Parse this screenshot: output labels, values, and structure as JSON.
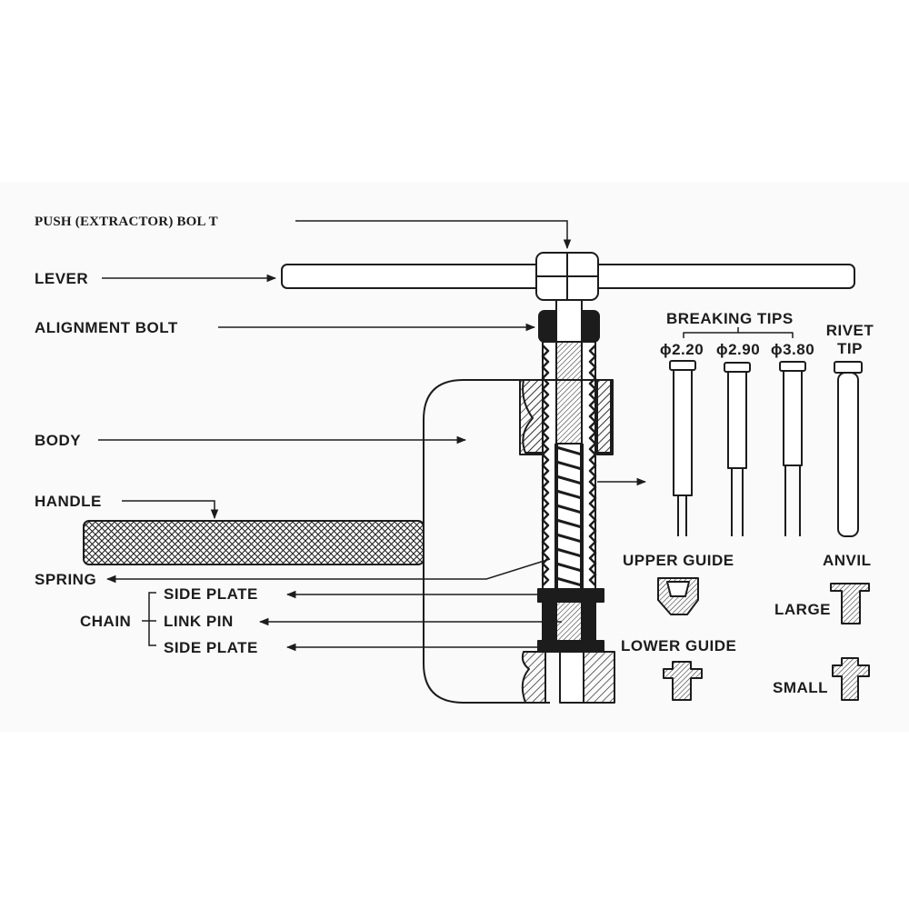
{
  "labels": {
    "push_bolt": "PUSH (EXTRACTOR) BOL T",
    "lever": "LEVER",
    "alignment_bolt": "ALIGNMENT BOLT",
    "body": "BODY",
    "handle": "HANDLE",
    "spring": "SPRING",
    "chain": "CHAIN",
    "side_plate_top": "SIDE PLATE",
    "link_pin": "LINK PIN",
    "side_plate_bottom": "SIDE PLATE",
    "breaking_tips": "BREAKING TIPS",
    "tip_220": "ϕ2.20",
    "tip_290": "ϕ2.90",
    "tip_380": "ϕ3.80",
    "rivet": "RIVET",
    "rivet_tip": "TIP",
    "upper_guide": "UPPER GUIDE",
    "lower_guide": "LOWER GUIDE",
    "anvil": "ANVIL",
    "large": "LARGE",
    "small": "SMALL"
  },
  "colors": {
    "ink": "#1c1c1c",
    "background": "#ffffff",
    "panel": "#fafafa"
  }
}
